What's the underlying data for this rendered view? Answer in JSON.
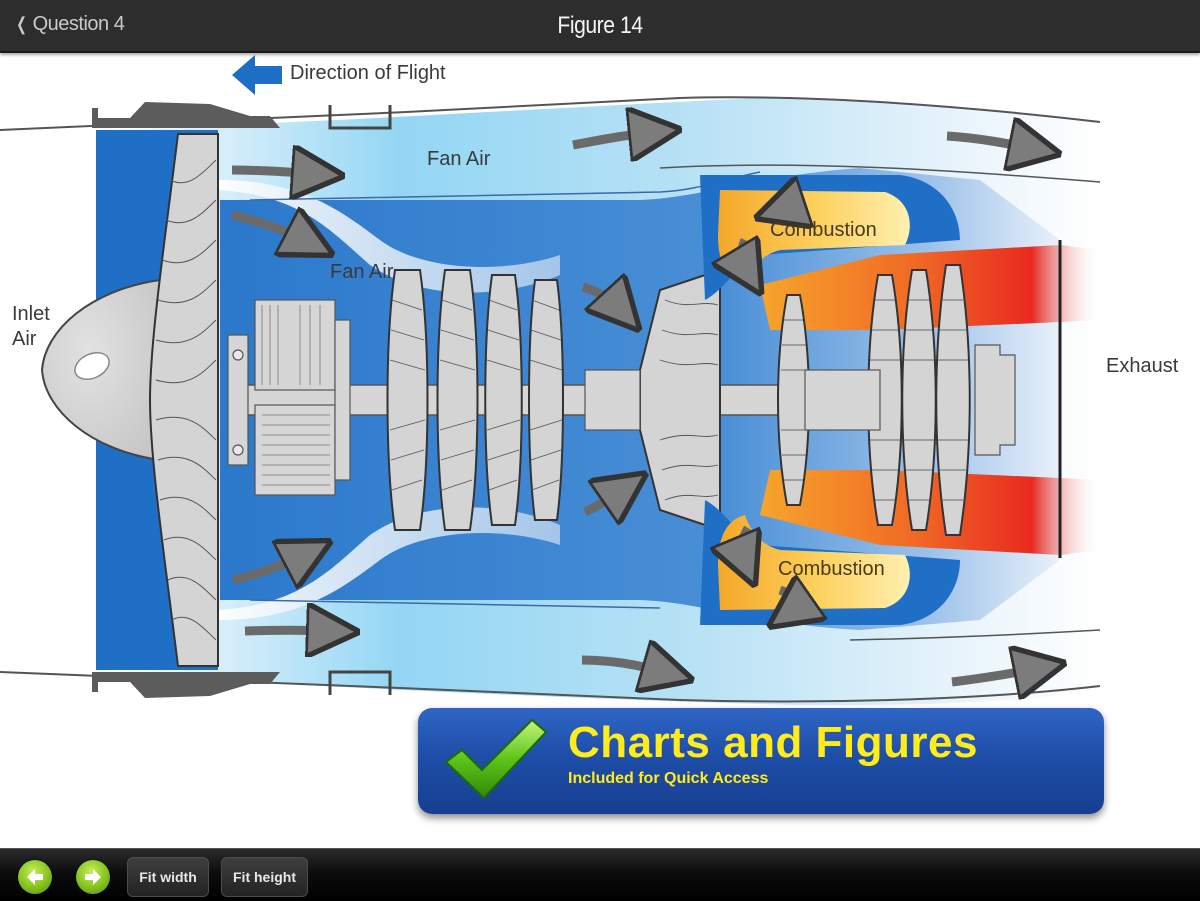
{
  "header": {
    "back_label": "Question 4",
    "title": "Figure 14"
  },
  "diagram": {
    "direction_label": "Direction of Flight",
    "labels": {
      "inlet_line1": "Inlet",
      "inlet_line2": "Air",
      "fan_air_upper": "Fan Air",
      "fan_air_inner": "Fan Air",
      "combustion_top": "Combustion",
      "combustion_bottom": "Combustion",
      "exhaust": "Exhaust"
    },
    "colors": {
      "core_blue": "#1f6fc6",
      "bypass_light": "#8fd3f2",
      "metal_gray": "#d2d2d2",
      "combustion_yellow": "#ffd65a",
      "hot_red": "#ea3424",
      "direction_arrow": "#1c6fc4"
    }
  },
  "promo": {
    "title": "Charts and Figures",
    "subtitle": "Included for Quick Access"
  },
  "toolbar": {
    "prev_icon": "arrow-left",
    "next_icon": "arrow-right",
    "fit_width_label": "Fit width",
    "fit_height_label": "Fit height"
  }
}
